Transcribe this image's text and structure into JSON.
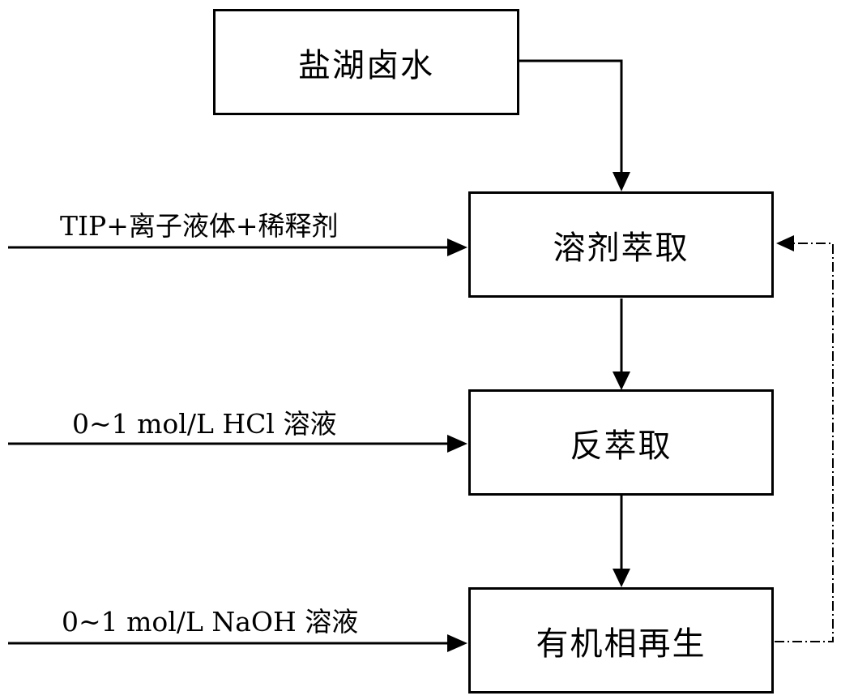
{
  "diagram": {
    "nodes": {
      "brine": {
        "label": "盐湖卤水"
      },
      "extraction": {
        "label": "溶剂萃取"
      },
      "stripping": {
        "label": "反萃取"
      },
      "regeneration": {
        "label": "有机相再生"
      }
    },
    "inputs": {
      "extractant": {
        "label": "TIP+离子液体+稀释剂"
      },
      "hcl": {
        "label": "0~1 mol/L HCl 溶液"
      },
      "naoh": {
        "label": "0~1 mol/L NaOH 溶液"
      }
    },
    "edges": [
      {
        "from": "brine",
        "to": "extraction",
        "style": "solid"
      },
      {
        "from": "extraction",
        "to": "stripping",
        "style": "solid"
      },
      {
        "from": "stripping",
        "to": "regeneration",
        "style": "solid"
      },
      {
        "from": "regeneration",
        "to": "extraction",
        "style": "dash-dot"
      },
      {
        "from": "extractant",
        "to": "extraction",
        "style": "solid"
      },
      {
        "from": "hcl",
        "to": "stripping",
        "style": "solid"
      },
      {
        "from": "naoh",
        "to": "regeneration",
        "style": "solid"
      }
    ],
    "colors": {
      "stroke": "#000000",
      "background": "#ffffff"
    }
  }
}
